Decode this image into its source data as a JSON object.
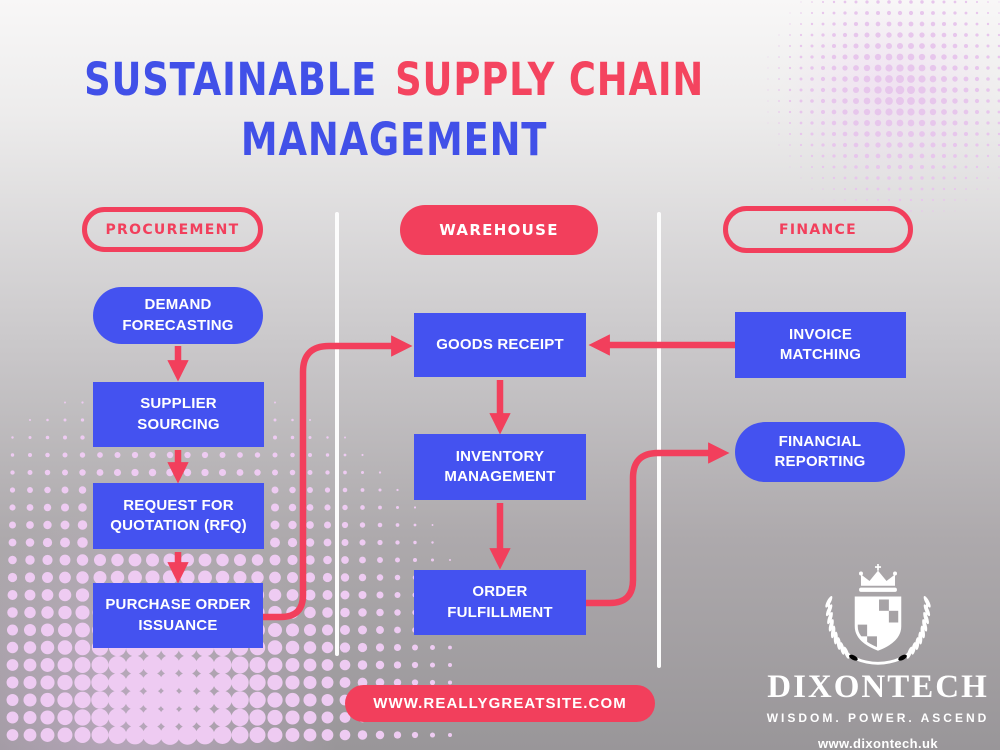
{
  "title": {
    "word_blue": "SUSTAINABLE",
    "word_pink": "SUPPLY CHAIN",
    "line2": "MANAGEMENT"
  },
  "headers": [
    {
      "label": "PROCUREMENT",
      "variant": "outline"
    },
    {
      "label": "WAREHOUSE",
      "variant": "filled"
    },
    {
      "label": "FINANCE",
      "variant": "outline"
    }
  ],
  "nodes": [
    {
      "id": "demand-forecasting",
      "column": "PROCUREMENT",
      "shape": "pill",
      "label": "DEMAND\nFORECASTING"
    },
    {
      "id": "supplier-sourcing",
      "column": "PROCUREMENT",
      "shape": "rect",
      "label": "SUPPLIER\nSOURCING"
    },
    {
      "id": "request-for-quotation",
      "column": "PROCUREMENT",
      "shape": "rect",
      "label": "REQUEST FOR\nQUOTATION (RFQ)"
    },
    {
      "id": "purchase-order-issuance",
      "column": "PROCUREMENT",
      "shape": "rect",
      "label": "PURCHASE ORDER\nISSUANCE"
    },
    {
      "id": "goods-receipt",
      "column": "WAREHOUSE",
      "shape": "rect",
      "label": "GOODS RECEIPT"
    },
    {
      "id": "inventory-management",
      "column": "WAREHOUSE",
      "shape": "rect",
      "label": "INVENTORY\nMANAGEMENT"
    },
    {
      "id": "order-fulfillment",
      "column": "WAREHOUSE",
      "shape": "rect",
      "label": "ORDER\nFULFILLMENT"
    },
    {
      "id": "invoice-matching",
      "column": "FINANCE",
      "shape": "rect",
      "label": "INVOICE\nMATCHING"
    },
    {
      "id": "financial-reporting",
      "column": "FINANCE",
      "shape": "pill",
      "label": "FINANCIAL\nREPORTING"
    }
  ],
  "flows": [
    {
      "from": "demand-forecasting",
      "to": "supplier-sourcing"
    },
    {
      "from": "supplier-sourcing",
      "to": "request-for-quotation"
    },
    {
      "from": "request-for-quotation",
      "to": "purchase-order-issuance"
    },
    {
      "from": "purchase-order-issuance",
      "to": "goods-receipt"
    },
    {
      "from": "invoice-matching",
      "to": "goods-receipt"
    },
    {
      "from": "goods-receipt",
      "to": "inventory-management"
    },
    {
      "from": "inventory-management",
      "to": "order-fulfillment"
    },
    {
      "from": "order-fulfillment",
      "to": "financial-reporting"
    }
  ],
  "footer": {
    "website": "WWW.REALLYGREATSITE.COM"
  },
  "brand": {
    "name": "DIXONTECH",
    "tagline": "WISDOM.  POWER. ASCEND",
    "url": "www.dixontech.uk"
  },
  "colors": {
    "accent_red": "#f23f5c",
    "box_blue": "#4452f0",
    "title_blue": "#4150e8",
    "title_pink": "#f4445f",
    "dot_lilac": "#e7c6ec",
    "dot_pink": "#eecbf2"
  }
}
